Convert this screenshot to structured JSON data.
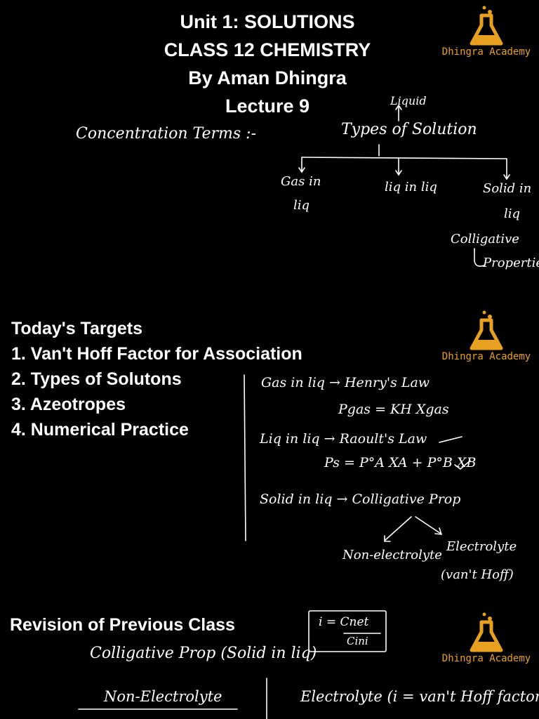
{
  "header": {
    "line1": "Unit 1: SOLUTIONS",
    "line2": "CLASS 12 CHEMISTRY",
    "line3": "By Aman Dhingra",
    "line4": "Lecture 9"
  },
  "logo": {
    "text": "Dhingra Academy",
    "icon": "flask-icon",
    "color": "#e8a020"
  },
  "notes1": {
    "concentration": "Concentration Terms :-",
    "liquid": "Liquid",
    "types": "Types of Solution",
    "gas_line1": "Gas in",
    "gas_line2": "liq",
    "liq": "liq in liq",
    "solid_line1": "Solid in",
    "solid_line2": "liq",
    "colligative1": "Colligative",
    "colligative2": "Properties"
  },
  "targets": {
    "heading": "Today's Targets",
    "items": [
      "1. Van't Hoff Factor for Association",
      "2. Types of Solutons",
      "3. Azeotropes",
      "4. Numerical Practice"
    ]
  },
  "notes2": {
    "gas": "Gas in liq → Henry's Law",
    "gas_eq": "Pgas = KH Xgas",
    "liq": "Liq in liq → Raoult's Law",
    "liq_eq": "Ps = P°A XA + P°B XB",
    "solid": "Solid in liq → Colligative Prop",
    "nonelec": "Non-electrolyte",
    "elec1": "Electrolyte",
    "elec2": "(van't Hoff)"
  },
  "revision": {
    "heading": "Revision of Previous Class",
    "formula_num": "i = Cnet",
    "formula_den": "Cini",
    "colligative": "Colligative Prop (Solid in liq)",
    "nonelec": "Non-Electrolyte",
    "elec": "Electrolyte (i = van't Hoff factor)"
  }
}
